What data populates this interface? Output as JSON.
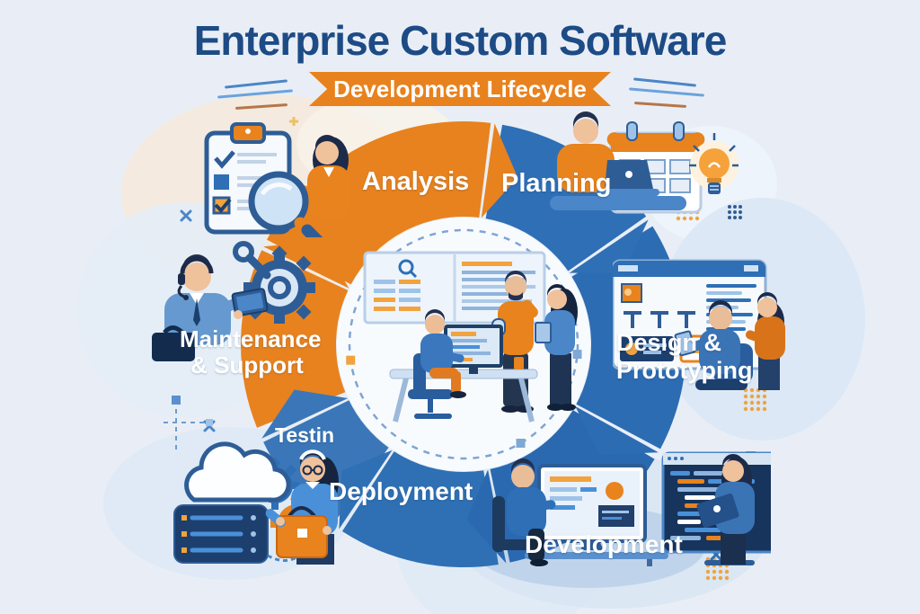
{
  "title": {
    "main": "Enterprise Custom Software",
    "banner": "Development Lifecycle"
  },
  "diagram": {
    "type": "cycle",
    "stages": [
      {
        "id": "analysis",
        "label": "Analysis",
        "label2": "",
        "color": "#e8821e",
        "icons": [
          "clipboard-checklist-icon",
          "magnifying-glass-icon"
        ]
      },
      {
        "id": "planning",
        "label": "Planning",
        "label2": "",
        "color": "#2e6fb5",
        "icons": [
          "calendar-icon",
          "laptop-icon",
          "lightbulb-icon"
        ]
      },
      {
        "id": "design",
        "label": "Design &",
        "label2": "Prototyping",
        "color": "#2c6cb3",
        "icons": [
          "wireframe-window-icon",
          "tablet-icon"
        ]
      },
      {
        "id": "development",
        "label": "Development",
        "label2": "",
        "color": "#2a69b0",
        "icons": [
          "code-screen-icon",
          "desktop-monitor-icon",
          "laptop-icon"
        ]
      },
      {
        "id": "deployment",
        "label": "Deployment",
        "label2": "",
        "color": "#2f70b4",
        "icons": [
          "cloud-icon",
          "server-stack-icon",
          "gear-icon",
          "package-box-icon"
        ]
      },
      {
        "id": "testing",
        "label": "Testin",
        "label2": "",
        "color": "#3b77b8",
        "icons": []
      },
      {
        "id": "maintenance",
        "label": "Maintenance",
        "label2": "& Support",
        "color": "#e8821e",
        "icons": [
          "headset-icon",
          "gear-icon",
          "wrench-icon",
          "briefcase-icon",
          "tablet-icon"
        ]
      }
    ]
  },
  "colors": {
    "background": "#e9eef6",
    "title_text": "#1d4b85",
    "ribbon_fill": "#e8821e",
    "ribbon_text": "#ffffff",
    "stage_label_text": "#ffffff",
    "orange_accent": "#e8821e",
    "blue_accent": "#2e6fb5",
    "navy": "#1d3f6e",
    "dashed_ring": "#7fa4d2"
  }
}
